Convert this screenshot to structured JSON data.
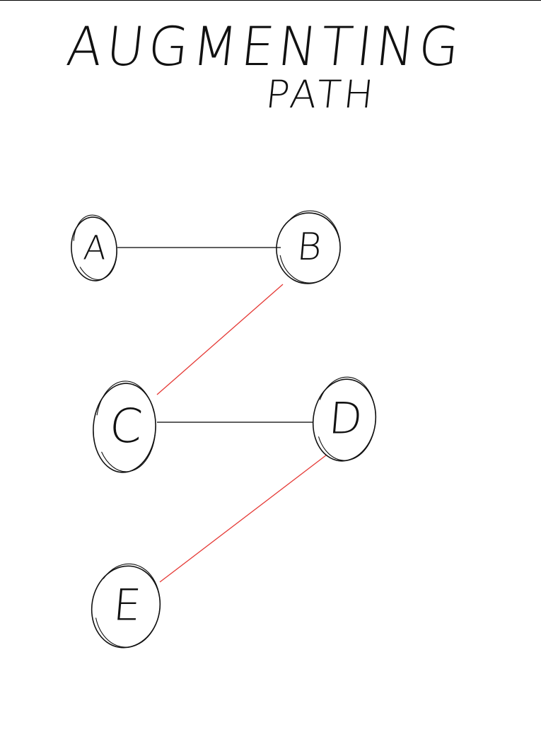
{
  "title": {
    "line1": "AUGMENTING",
    "line2": "PATH"
  },
  "graph": {
    "nodes": [
      {
        "id": "A",
        "label": "A"
      },
      {
        "id": "B",
        "label": "B"
      },
      {
        "id": "C",
        "label": "C"
      },
      {
        "id": "D",
        "label": "D"
      },
      {
        "id": "E",
        "label": "E"
      }
    ],
    "edges": [
      {
        "from": "A",
        "to": "B",
        "color": "#000000",
        "augmenting": false
      },
      {
        "from": "B",
        "to": "C",
        "color": "#e53935",
        "augmenting": true
      },
      {
        "from": "C",
        "to": "D",
        "color": "#000000",
        "augmenting": false
      },
      {
        "from": "D",
        "to": "E",
        "color": "#e53935",
        "augmenting": true
      }
    ]
  },
  "colors": {
    "ink": "#111111",
    "matched_edge": "#000000",
    "augmenting_edge": "#e53935",
    "background": "#ffffff"
  }
}
